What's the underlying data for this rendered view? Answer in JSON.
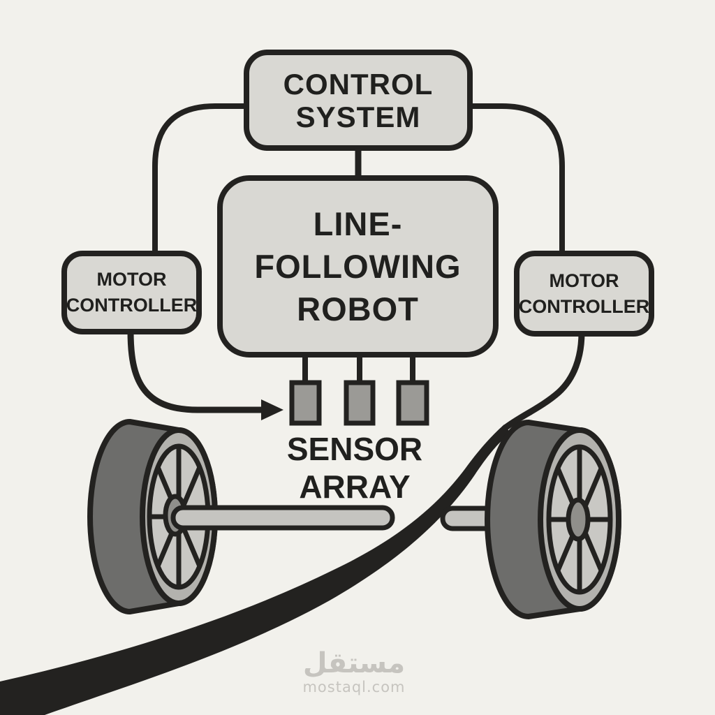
{
  "title": "Line-following robot block diagram",
  "colors": {
    "bg": "#f2f1ec",
    "ink": "#232220",
    "box_fill": "#d9d8d3",
    "sensor_fill": "#9b9a96",
    "wheel_tread": "#6d6d6b",
    "wheel_face": "#b3b2ae",
    "wheel_inner": "#c9c8c4",
    "wheel_hub": "#908f8b",
    "axle": "#c5c4c0",
    "text": "#20201e",
    "watermark": "#c6c4bf"
  },
  "nodes": {
    "control_system": {
      "lines": [
        "CONTROL",
        "SYSTEM"
      ]
    },
    "robot": {
      "lines": [
        "LINE-",
        "FOLLOWING",
        "ROBOT"
      ]
    },
    "motor_controller_left": {
      "lines": [
        "MOTOR",
        "CONTROLLER"
      ]
    },
    "motor_controller_right": {
      "lines": [
        "MOTOR",
        "CONTROLLER"
      ]
    },
    "sensor_array": {
      "lines": [
        "SENSOR",
        "ARRAY"
      ],
      "sensor_count": 3
    }
  },
  "watermark": {
    "logo": "مستقل",
    "domain": "mostaql.com"
  }
}
